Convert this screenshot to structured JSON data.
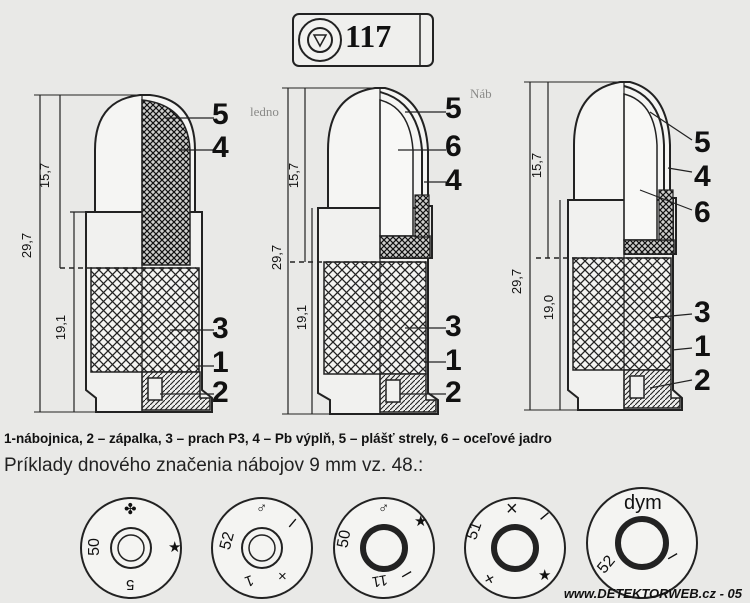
{
  "header": {
    "stamp_number": "117"
  },
  "cartridges": [
    {
      "labels": [
        "5",
        "4",
        "3",
        "1",
        "2"
      ],
      "dims": {
        "total": "29,7",
        "bullet": "15,7",
        "case": "19,1"
      }
    },
    {
      "labels": [
        "5",
        "6",
        "4",
        "3",
        "1",
        "2"
      ],
      "dims": {
        "total": "29,7",
        "bullet": "15,7",
        "case": "19,1"
      }
    },
    {
      "labels": [
        "5",
        "4",
        "6",
        "3",
        "1",
        "2"
      ],
      "dims": {
        "total": "29,7",
        "bullet": "15,7",
        "case": "19,0"
      }
    }
  ],
  "legend": "1-nábojnica, 2 – zápalka, 3 – prach P3, 4 – Pb výplň, 5 – plášť strely, 6 – oceľové jadro",
  "headstamp_caption": "Príklady dnového značenia nábojov 9 mm vz. 48.:",
  "headstamps": [
    {
      "left": "50",
      "top": "✤",
      "right": "★",
      "bottom": "5"
    },
    {
      "left": "52",
      "top": "♂",
      "right": "I",
      "bottom": "1",
      "bottom_right": "×"
    },
    {
      "left": "50",
      "top": "♂",
      "right": "★",
      "bottom": "11",
      "bottom_right": "I"
    },
    {
      "left": "51",
      "top": "×",
      "right": "I",
      "bottom": "+",
      "bottom_right": "★"
    },
    {
      "top": "dym",
      "left": "52",
      "right": "I"
    }
  ],
  "watermark": "www.DETEKTORWEB.cz - 05"
}
